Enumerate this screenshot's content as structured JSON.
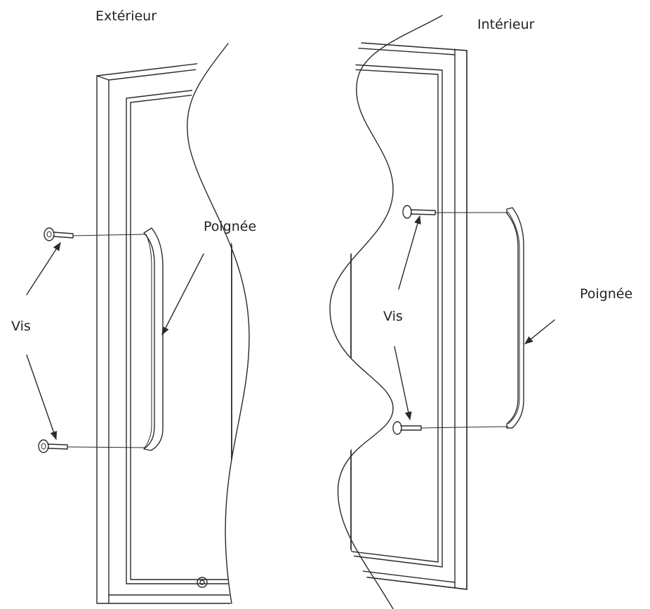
{
  "labels": {
    "exterior_title": "Extérieur",
    "interior_title": "Intérieur",
    "exterior_handle": "Poignée",
    "exterior_screws": "Vis",
    "interior_handle": "Poignée",
    "interior_screws": "Vis"
  },
  "colors": {
    "line": "#2a2a2a",
    "background": "#ffffff"
  }
}
